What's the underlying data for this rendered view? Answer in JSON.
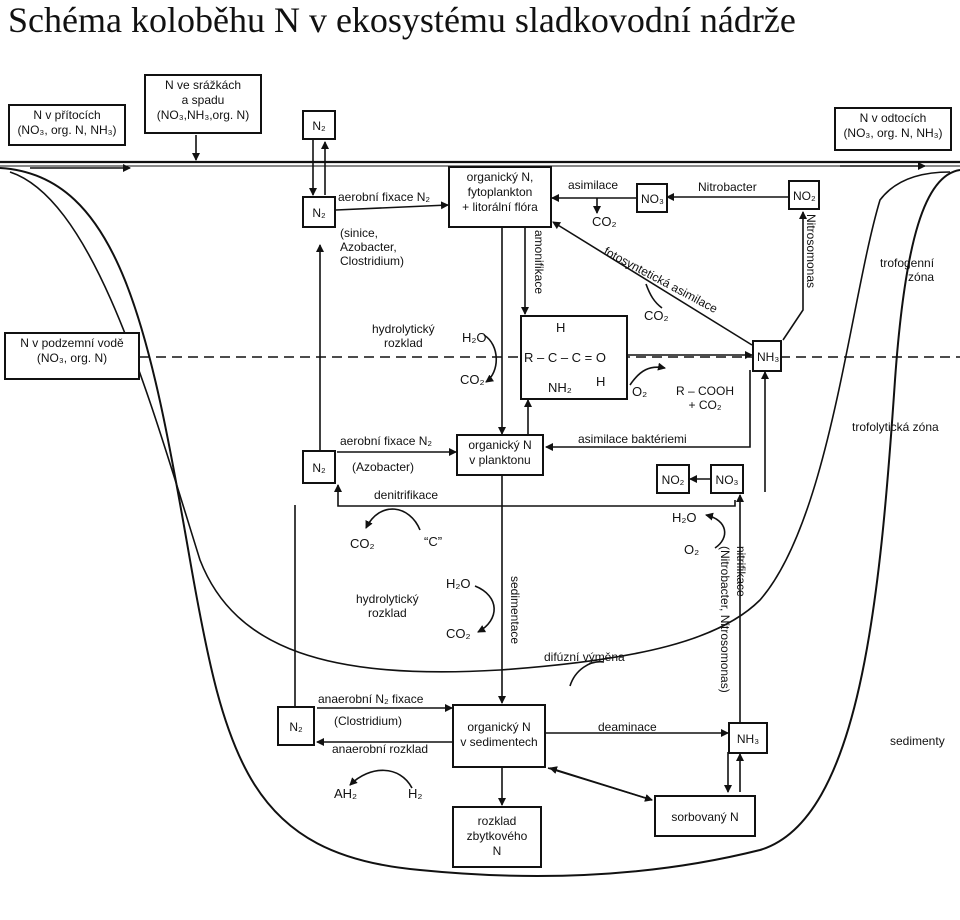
{
  "title": "Schéma koloběhu N v ekosystému sladkovodní nádrže",
  "inputs": {
    "inflow": [
      "N v přítocích",
      "(NO₃, org. N, NH₃)"
    ],
    "precip": [
      "N ve srážkách",
      "a spadu",
      "(NO₃,NH₃,org. N)"
    ],
    "groundwater": [
      "N v podzemní vodě",
      "(NO₃, org. N)"
    ],
    "outflow": [
      "N v odtocích",
      "(NO₃, org. N, NH₃)"
    ]
  },
  "boxes": {
    "n2_top": "N₂",
    "n2_fix": "N₂",
    "n2_mid": "N₂",
    "n2_bottom": "N₂",
    "phyto": [
      "organický N,",
      "fytoplankton",
      "+ litorální flóra"
    ],
    "plankton": [
      "organický N",
      "v planktonu"
    ],
    "sediment_org": [
      "organický N",
      "v sedimentech"
    ],
    "residue": [
      "rozklad",
      "zbytkového",
      "N"
    ],
    "sorbed": "sorbovaný N",
    "no3_top": "NO₃",
    "no2_top": "NO₂",
    "nh3_mid": "NH₃",
    "no2_mid": "NO₂",
    "no3_mid": "NO₃",
    "nh3_bottom": "NH₃"
  },
  "labels": {
    "aerobic_fix_top": "aerobní fixace N₂",
    "sinice": [
      "(sinice,",
      "Azobacter,",
      "Clostridium)"
    ],
    "hydrolytic_top": [
      "hydrolytický",
      "rozklad"
    ],
    "h2o_top": "H₂O",
    "co2_top": "CO₂",
    "assimilation_top": "asimilace",
    "co2_assim": "CO₂",
    "nitrobacter": "Nitrobacter",
    "nitrosomonas": "Nitrosomonas",
    "amonification": "amonifikace",
    "photosynthetic": "fotosyntetická asimilace",
    "co2_photo": "CO₂",
    "amino_h_top": "H",
    "amino_r": "R – C – C = O",
    "amino_nh2": "NH₂",
    "amino_h_right": "H",
    "o2_mid": "O₂",
    "acid": [
      "R – COOH",
      "+ CO₂"
    ],
    "aerobic_fix_mid": "aerobní fixace N₂",
    "azobacter": "(Azobacter)",
    "assimilation_bact": "asimilace baktériemi",
    "denitrification": "denitrifikace",
    "co2_denit": "CO₂",
    "c_denit": "“C”",
    "h2o_nitr": "H₂O",
    "o2_nitr": "O₂",
    "nitrification": "nitrifikace",
    "nitrification_sub": "(Nitrobacter, Nitrosomonas)",
    "hydrolytic_mid": [
      "hydrolytický",
      "rozklad"
    ],
    "h2o_mid": "H₂O",
    "co2_mid": "CO₂",
    "sedimentation": "sedimentace",
    "diffusion": "difúzní výměna",
    "anaerobic_fix": "anaerobní N₂ fixace",
    "clostridium": "(Clostridium)",
    "anaerobic_decomp": "anaerobní rozklad",
    "deamination": "deaminace",
    "ah2": "AH₂",
    "h2": "H₂"
  },
  "zones": {
    "trophogenic": [
      "trofogenní",
      "zóna"
    ],
    "tropholytic": "trofolytická zóna",
    "sediments": "sedimenty"
  }
}
